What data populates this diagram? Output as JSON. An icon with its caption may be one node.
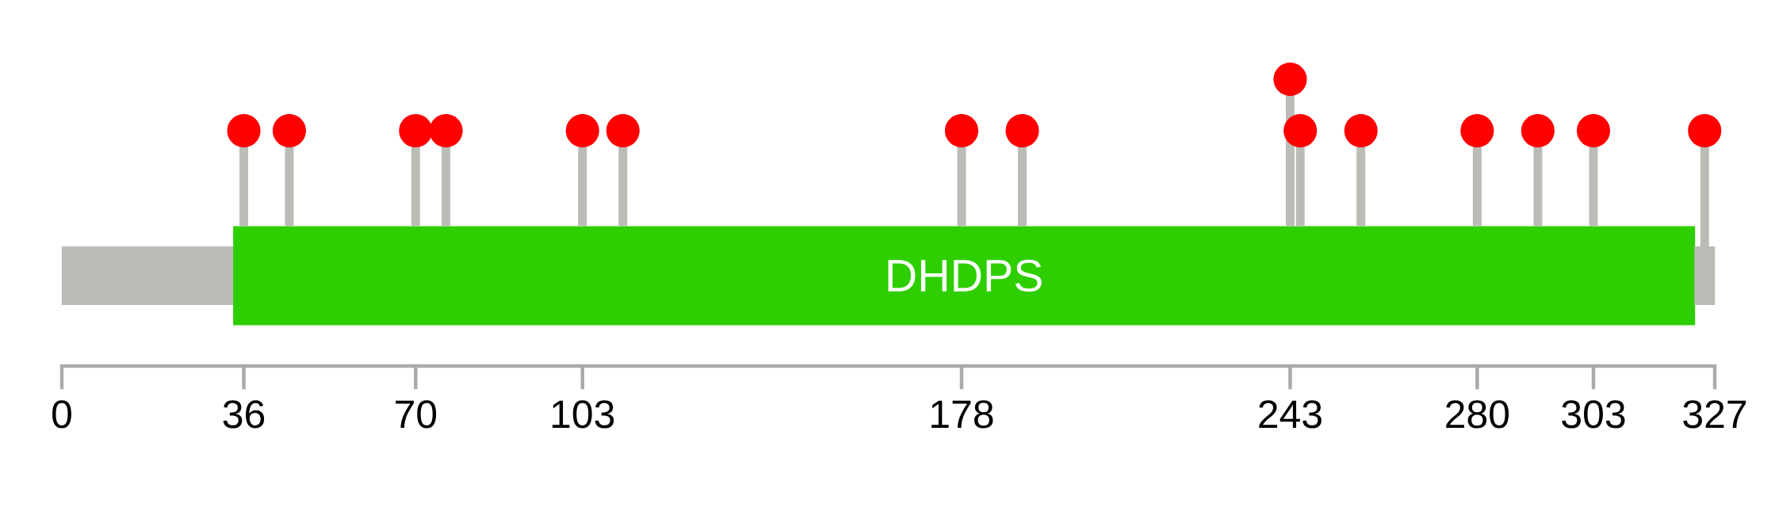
{
  "diagram": {
    "nodes": [
      {
        "text": [],
        "shape": "bar"
      },
      {
        "text": [
          "DHDPS"
        ]
      },
      {
        "text": [],
        "shape": "bar"
      }
    ],
    "labels": [
      "0",
      "36",
      "70",
      "103",
      "178",
      "243",
      "280",
      "303",
      "327"
    ]
  }
}
